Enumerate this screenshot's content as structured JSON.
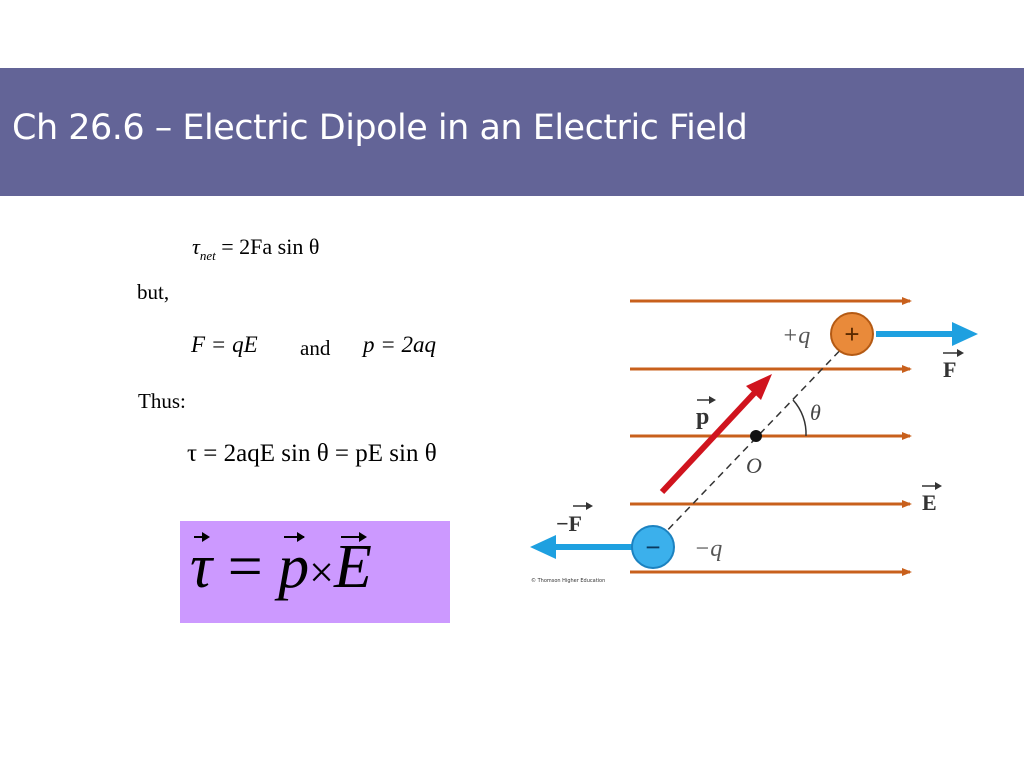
{
  "slide": {
    "title": "Ch 26.6 – Electric Dipole in an Electric Field"
  },
  "derivation": {
    "eq1_lhs": "τ",
    "eq1_sub": "net",
    "eq1_rhs": " = 2Fa sin θ",
    "but_label": "but,",
    "eq2": "F = qE",
    "and_label": "and",
    "eq3": "p = 2aq",
    "thus_label": "Thus:",
    "eq4": "τ = 2aqE sin θ = pE sin θ"
  },
  "boxed": {
    "tau": "τ",
    "equals": " = ",
    "p": "p",
    "times": "×",
    "E": "E"
  },
  "figure": {
    "plus_q_label": "+q",
    "plus_sign": "+",
    "minus_q_label": "−q",
    "minus_sign": "−",
    "F_label": "F",
    "neg_F_label": "−F",
    "p_label": "p",
    "theta_label": "θ",
    "O_label": "O",
    "E_label": "E",
    "credit": "© Thomson Higher Education"
  },
  "colors": {
    "title_bar": "#636497",
    "field_lines": "#c8601c",
    "force_arrows": "#1ea0e0",
    "dipole_arrow": "#d0141e",
    "highlight_box": "#cc99ff"
  }
}
